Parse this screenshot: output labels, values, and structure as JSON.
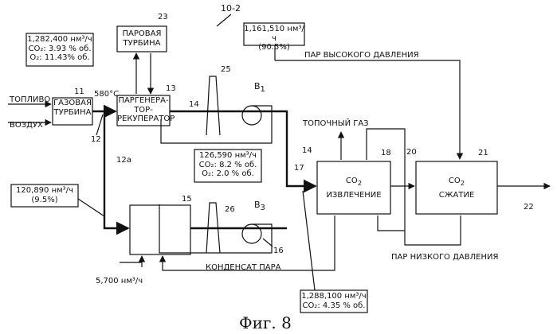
{
  "figure_id": "10-2",
  "caption": "Фиг. 8",
  "components": {
    "gas_turbine": {
      "ref": "11",
      "line1": "ГАЗОВАЯ",
      "line2": "ТУРБИНА"
    },
    "steam_turbine": {
      "ref": "23",
      "line1": "ПАРОВАЯ",
      "line2": "ТУРБИНА"
    },
    "hrsg": {
      "ref": "13",
      "line1": "ПАРГЕНЕРА-",
      "line2": "ТОР-",
      "line3": "РЕКУПЕРАТОР"
    },
    "stack_main": {
      "ref": "25"
    },
    "blower_1": {
      "label": "B",
      "sub": "1"
    },
    "boiler": {
      "ref": "15"
    },
    "stack_boiler": {
      "ref": "26"
    },
    "blower_3": {
      "label": "B",
      "sub": "3"
    },
    "co2_recovery": {
      "ref": "18",
      "line1": "CO",
      "sub": "2",
      "line2": "ИЗВЛЕЧЕНИЕ"
    },
    "co2_compression": {
      "ref": "21",
      "line1": "CO",
      "sub": "2",
      "line2": "СЖАТИЕ"
    }
  },
  "streams": {
    "fuel": "ТОПЛИВО",
    "air": "ВОЗДУХ",
    "temp": "580°C",
    "hp_steam": "ПАР ВЫСОКОГО ДАВЛЕНИЯ",
    "lp_steam": "ПАР НИЗКОГО ДАВЛЕНИЯ",
    "flue_gas": "ТОПОЧНЫЙ ГАЗ",
    "condensate": "КОНДЕНСАТ ПАРА",
    "ref_12": "12",
    "ref_12a": "12a",
    "ref_14a": "14",
    "ref_14b": "14",
    "ref_16": "16",
    "ref_17": "17",
    "ref_20": "20",
    "ref_22": "22"
  },
  "annotations": {
    "gt_exhaust": {
      "line1": "1,282,400 нм³/ч",
      "line2": "CO₂: 3.93 % об.",
      "line3": "O₂: 11.43% об."
    },
    "recycle_main": {
      "line1": "1,161,510 нм³/ч",
      "line2": "(90.5%)"
    },
    "recycle_boiler": {
      "line1": "126,590  нм³/ч",
      "line2": "CO₂: 8.2 % об.",
      "line3": "O₂: 2.0 % об."
    },
    "split_boiler": {
      "line1": "120,890 нм³/ч",
      "line2": "(9.5%)"
    },
    "fuel_boiler": {
      "line1": "5,700 нм³/ч"
    },
    "co2_feed": {
      "line1": "1,288,100 нм³/ч",
      "line2": "CO₂: 4.35 % об."
    }
  }
}
